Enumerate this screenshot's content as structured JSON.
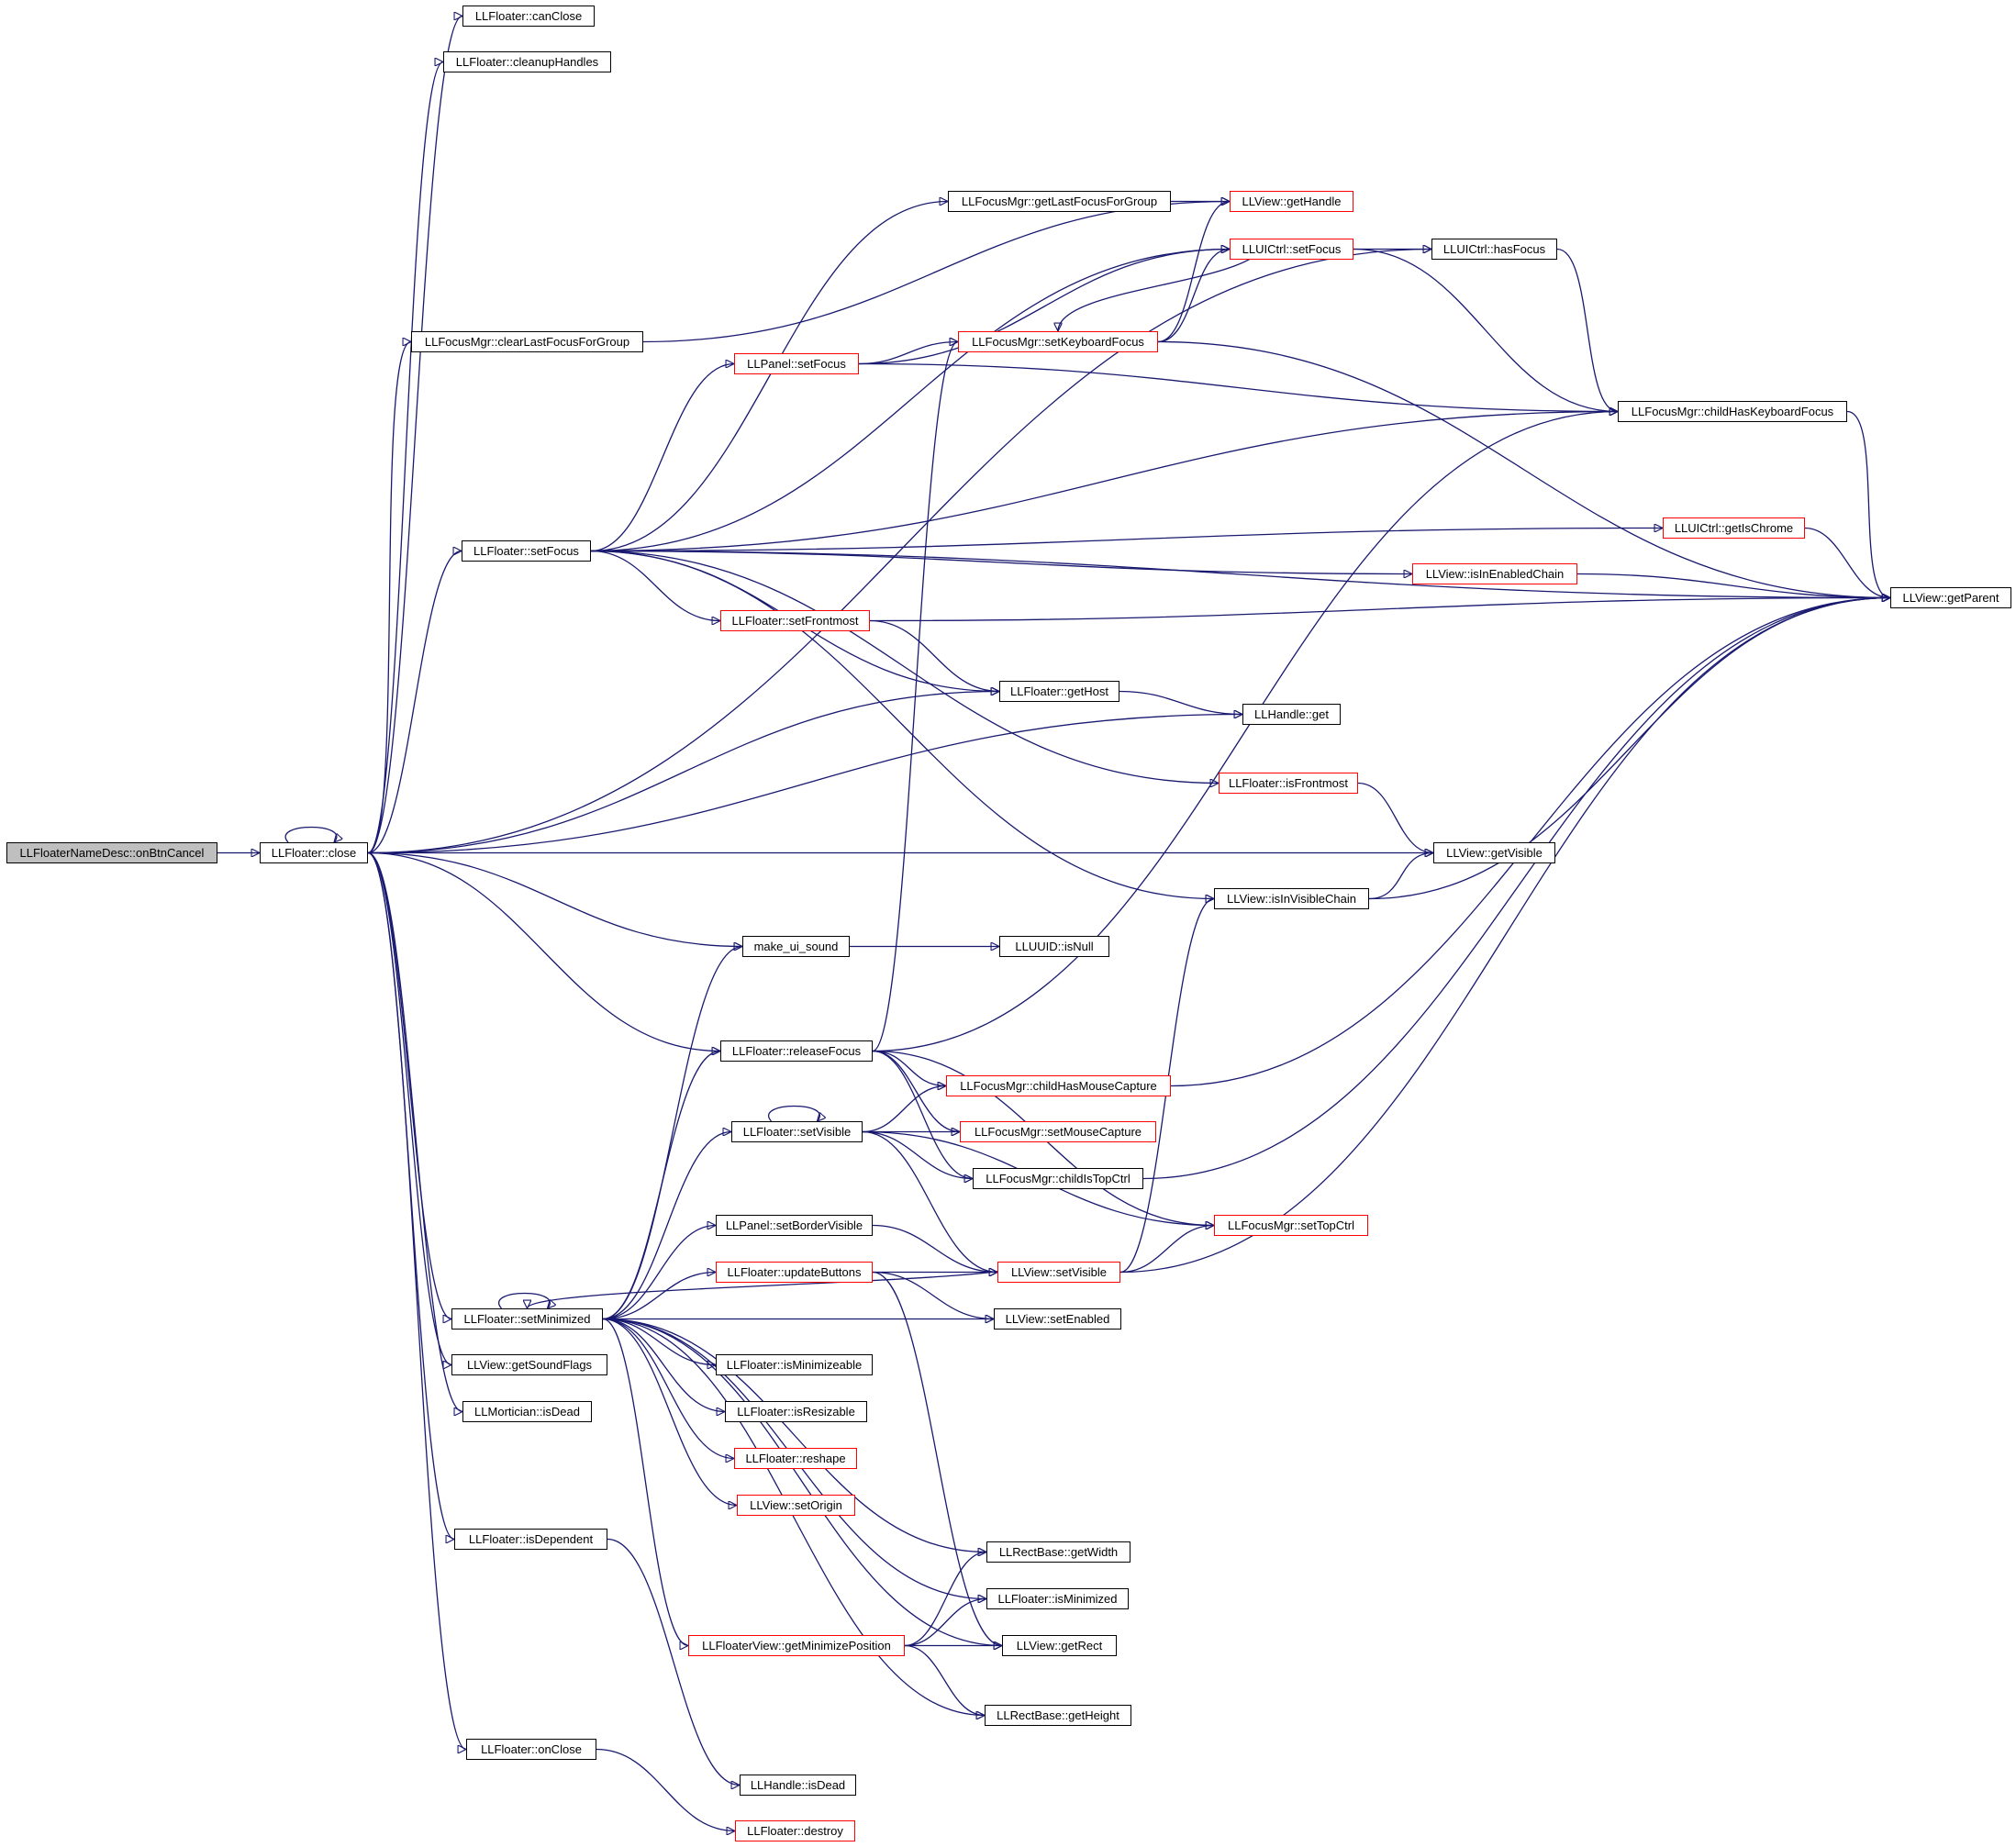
{
  "graph": {
    "nodes": [
      {
        "id": "root",
        "label": "LLFloaterNameDesc::onBtnCancel",
        "style": "root"
      },
      {
        "id": "close",
        "label": "LLFloater::close",
        "style": "normal"
      },
      {
        "id": "canClose",
        "label": "LLFloater::canClose",
        "style": "normal"
      },
      {
        "id": "cleanupHandles",
        "label": "LLFloater::cleanupHandles",
        "style": "normal"
      },
      {
        "id": "clearLastFocusForGroup",
        "label": "LLFocusMgr::clearLastFocusForGroup",
        "style": "normal"
      },
      {
        "id": "setFocus",
        "label": "LLFloater::setFocus",
        "style": "normal"
      },
      {
        "id": "getLastFocusForGroup",
        "label": "LLFocusMgr::getLastFocusForGroup",
        "style": "normal"
      },
      {
        "id": "getHandle",
        "label": "LLView::getHandle",
        "style": "red"
      },
      {
        "id": "uiSetFocus",
        "label": "LLUICtrl::setFocus",
        "style": "red"
      },
      {
        "id": "hasFocus",
        "label": "LLUICtrl::hasFocus",
        "style": "normal"
      },
      {
        "id": "panelSetFocus",
        "label": "LLPanel::setFocus",
        "style": "red"
      },
      {
        "id": "setKeyboardFocus",
        "label": "LLFocusMgr::setKeyboardFocus",
        "style": "red"
      },
      {
        "id": "childHasKeyboardFocus",
        "label": "LLFocusMgr::childHasKeyboardFocus",
        "style": "normal"
      },
      {
        "id": "getIsChrome",
        "label": "LLUICtrl::getIsChrome",
        "style": "red"
      },
      {
        "id": "isInEnabledChain",
        "label": "LLView::isInEnabledChain",
        "style": "red"
      },
      {
        "id": "getParent",
        "label": "LLView::getParent",
        "style": "normal"
      },
      {
        "id": "setFrontmost",
        "label": "LLFloater::setFrontmost",
        "style": "red"
      },
      {
        "id": "getHost",
        "label": "LLFloater::getHost",
        "style": "normal"
      },
      {
        "id": "handleGet",
        "label": "LLHandle::get",
        "style": "normal"
      },
      {
        "id": "isFrontmost",
        "label": "LLFloater::isFrontmost",
        "style": "red"
      },
      {
        "id": "getVisible",
        "label": "LLView::getVisible",
        "style": "normal"
      },
      {
        "id": "isInVisibleChain",
        "label": "LLView::isInVisibleChain",
        "style": "normal"
      },
      {
        "id": "makeUiSound",
        "label": "make_ui_sound",
        "style": "normal"
      },
      {
        "id": "isNull",
        "label": "LLUUID::isNull",
        "style": "normal"
      },
      {
        "id": "releaseFocus",
        "label": "LLFloater::releaseFocus",
        "style": "normal"
      },
      {
        "id": "childHasMouseCapture",
        "label": "LLFocusMgr::childHasMouseCapture",
        "style": "red"
      },
      {
        "id": "floaterSetVisible",
        "label": "LLFloater::setVisible",
        "style": "normal"
      },
      {
        "id": "setMouseCapture",
        "label": "LLFocusMgr::setMouseCapture",
        "style": "red"
      },
      {
        "id": "childIsTopCtrl",
        "label": "LLFocusMgr::childIsTopCtrl",
        "style": "normal"
      },
      {
        "id": "setBorderVisible",
        "label": "LLPanel::setBorderVisible",
        "style": "normal"
      },
      {
        "id": "setTopCtrl",
        "label": "LLFocusMgr::setTopCtrl",
        "style": "red"
      },
      {
        "id": "updateButtons",
        "label": "LLFloater::updateButtons",
        "style": "red"
      },
      {
        "id": "viewSetVisible",
        "label": "LLView::setVisible",
        "style": "red"
      },
      {
        "id": "setMinimized",
        "label": "LLFloater::setMinimized",
        "style": "normal"
      },
      {
        "id": "setEnabled",
        "label": "LLView::setEnabled",
        "style": "normal"
      },
      {
        "id": "getSoundFlags",
        "label": "LLView::getSoundFlags",
        "style": "normal"
      },
      {
        "id": "isMinimizeable",
        "label": "LLFloater::isMinimizeable",
        "style": "normal"
      },
      {
        "id": "morticianIsDead",
        "label": "LLMortician::isDead",
        "style": "normal"
      },
      {
        "id": "isResizable",
        "label": "LLFloater::isResizable",
        "style": "normal"
      },
      {
        "id": "reshape",
        "label": "LLFloater::reshape",
        "style": "red"
      },
      {
        "id": "setOrigin",
        "label": "LLView::setOrigin",
        "style": "red"
      },
      {
        "id": "isDependent",
        "label": "LLFloater::isDependent",
        "style": "normal"
      },
      {
        "id": "getWidth",
        "label": "LLRectBase::getWidth",
        "style": "normal"
      },
      {
        "id": "isMinimized",
        "label": "LLFloater::isMinimized",
        "style": "normal"
      },
      {
        "id": "getMinimizePosition",
        "label": "LLFloaterView::getMinimizePosition",
        "style": "red"
      },
      {
        "id": "getRect",
        "label": "LLView::getRect",
        "style": "normal"
      },
      {
        "id": "getHeight",
        "label": "LLRectBase::getHeight",
        "style": "normal"
      },
      {
        "id": "onClose",
        "label": "LLFloater::onClose",
        "style": "normal"
      },
      {
        "id": "handleIsDead",
        "label": "LLHandle::isDead",
        "style": "normal"
      },
      {
        "id": "destroy",
        "label": "LLFloater::destroy",
        "style": "red"
      }
    ],
    "edges": [
      [
        "root",
        "close"
      ],
      [
        "close",
        "close"
      ],
      [
        "close",
        "canClose"
      ],
      [
        "close",
        "cleanupHandles"
      ],
      [
        "close",
        "clearLastFocusForGroup"
      ],
      [
        "close",
        "hasFocus"
      ],
      [
        "close",
        "setFocus"
      ],
      [
        "close",
        "getHost"
      ],
      [
        "close",
        "handleGet"
      ],
      [
        "close",
        "getVisible"
      ],
      [
        "close",
        "makeUiSound"
      ],
      [
        "close",
        "releaseFocus"
      ],
      [
        "close",
        "setMinimized"
      ],
      [
        "close",
        "getSoundFlags"
      ],
      [
        "close",
        "morticianIsDead"
      ],
      [
        "close",
        "isDependent"
      ],
      [
        "close",
        "onClose"
      ],
      [
        "clearLastFocusForGroup",
        "getHandle"
      ],
      [
        "setFocus",
        "getLastFocusForGroup"
      ],
      [
        "setFocus",
        "uiSetFocus"
      ],
      [
        "setFocus",
        "panelSetFocus"
      ],
      [
        "setFocus",
        "childHasKeyboardFocus"
      ],
      [
        "setFocus",
        "getParent"
      ],
      [
        "setFocus",
        "getIsChrome"
      ],
      [
        "setFocus",
        "isInEnabledChain"
      ],
      [
        "setFocus",
        "setFrontmost"
      ],
      [
        "setFocus",
        "getHost"
      ],
      [
        "setFocus",
        "isFrontmost"
      ],
      [
        "setFocus",
        "isInVisibleChain"
      ],
      [
        "getLastFocusForGroup",
        "getHandle"
      ],
      [
        "uiSetFocus",
        "hasFocus"
      ],
      [
        "uiSetFocus",
        "setKeyboardFocus"
      ],
      [
        "uiSetFocus",
        "childHasKeyboardFocus"
      ],
      [
        "hasFocus",
        "childHasKeyboardFocus"
      ],
      [
        "panelSetFocus",
        "uiSetFocus"
      ],
      [
        "panelSetFocus",
        "setKeyboardFocus"
      ],
      [
        "panelSetFocus",
        "childHasKeyboardFocus"
      ],
      [
        "setKeyboardFocus",
        "getHandle"
      ],
      [
        "setKeyboardFocus",
        "uiSetFocus"
      ],
      [
        "setKeyboardFocus",
        "getParent"
      ],
      [
        "childHasKeyboardFocus",
        "getParent"
      ],
      [
        "getIsChrome",
        "getParent"
      ],
      [
        "isInEnabledChain",
        "getParent"
      ],
      [
        "setFrontmost",
        "getParent"
      ],
      [
        "setFrontmost",
        "getHost"
      ],
      [
        "getHost",
        "handleGet"
      ],
      [
        "isFrontmost",
        "getVisible"
      ],
      [
        "isInVisibleChain",
        "getVisible"
      ],
      [
        "isInVisibleChain",
        "getParent"
      ],
      [
        "makeUiSound",
        "isNull"
      ],
      [
        "releaseFocus",
        "setKeyboardFocus"
      ],
      [
        "releaseFocus",
        "childHasKeyboardFocus"
      ],
      [
        "releaseFocus",
        "childHasMouseCapture"
      ],
      [
        "releaseFocus",
        "setMouseCapture"
      ],
      [
        "releaseFocus",
        "childIsTopCtrl"
      ],
      [
        "releaseFocus",
        "setTopCtrl"
      ],
      [
        "childHasMouseCapture",
        "getParent"
      ],
      [
        "childIsTopCtrl",
        "getParent"
      ],
      [
        "floaterSetVisible",
        "floaterSetVisible"
      ],
      [
        "floaterSetVisible",
        "childHasMouseCapture"
      ],
      [
        "floaterSetVisible",
        "setMouseCapture"
      ],
      [
        "floaterSetVisible",
        "childIsTopCtrl"
      ],
      [
        "floaterSetVisible",
        "setTopCtrl"
      ],
      [
        "floaterSetVisible",
        "viewSetVisible"
      ],
      [
        "setBorderVisible",
        "viewSetVisible"
      ],
      [
        "updateButtons",
        "viewSetVisible"
      ],
      [
        "updateButtons",
        "setEnabled"
      ],
      [
        "updateButtons",
        "getRect"
      ],
      [
        "viewSetVisible",
        "setTopCtrl"
      ],
      [
        "viewSetVisible",
        "isInVisibleChain"
      ],
      [
        "viewSetVisible",
        "getParent"
      ],
      [
        "viewSetVisible",
        "setMinimized"
      ],
      [
        "setMinimized",
        "setMinimized"
      ],
      [
        "setMinimized",
        "makeUiSound"
      ],
      [
        "setMinimized",
        "releaseFocus"
      ],
      [
        "setMinimized",
        "floaterSetVisible"
      ],
      [
        "setMinimized",
        "setBorderVisible"
      ],
      [
        "setMinimized",
        "updateButtons"
      ],
      [
        "setMinimized",
        "setEnabled"
      ],
      [
        "setMinimized",
        "isMinimizeable"
      ],
      [
        "setMinimized",
        "isResizable"
      ],
      [
        "setMinimized",
        "reshape"
      ],
      [
        "setMinimized",
        "setOrigin"
      ],
      [
        "setMinimized",
        "getWidth"
      ],
      [
        "setMinimized",
        "isMinimized"
      ],
      [
        "setMinimized",
        "getMinimizePosition"
      ],
      [
        "setMinimized",
        "getRect"
      ],
      [
        "setMinimized",
        "getHeight"
      ],
      [
        "getMinimizePosition",
        "getWidth"
      ],
      [
        "getMinimizePosition",
        "isMinimized"
      ],
      [
        "getMinimizePosition",
        "getRect"
      ],
      [
        "getMinimizePosition",
        "getHeight"
      ],
      [
        "isDependent",
        "handleIsDead"
      ],
      [
        "onClose",
        "destroy"
      ]
    ]
  }
}
